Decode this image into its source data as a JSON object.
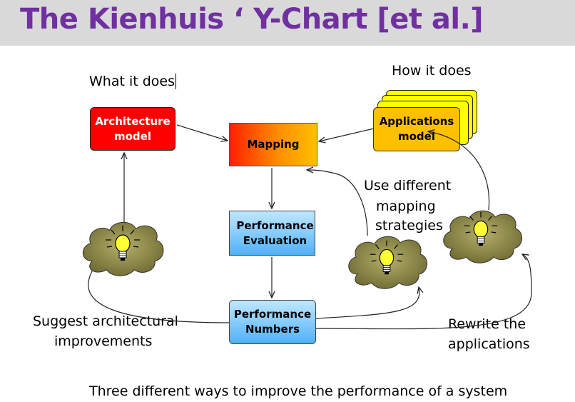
{
  "title": "The Kienhuis ‘ Y-Chart [et al.]",
  "labels": {
    "what_it_does": "What it does",
    "how_it_does": "How it does",
    "use_different": "Use different",
    "mapping": "mapping",
    "strategies": "strategies",
    "suggest_line1": "Suggest architectural",
    "suggest_line2": "improvements",
    "rewrite_line1": "Rewrite the",
    "rewrite_line2": "applications",
    "caption": "Three different ways to improve the performance of a system"
  },
  "boxes": {
    "architecture_line1": "Architecture",
    "architecture_line2": "model",
    "applications_line1": "Applications",
    "applications_line2": "model",
    "mapping": "Mapping",
    "perf_eval_line1": "Performance",
    "perf_eval_line2": "Evaluation",
    "perf_numbers_line1": "Performance",
    "perf_numbers_line2": "Numbers"
  },
  "icons": [
    "idea-cloud-icon",
    "lightbulb-icon"
  ],
  "colors": {
    "title": "#7030a0",
    "title_bar": "#d9d9d9",
    "architecture": "#ff0000",
    "applications": "#ffc000",
    "applications_stack": "#ffff00",
    "performance": "#4fb1f7",
    "cloud": "#8f8a47",
    "bulb": "#ffff33"
  }
}
